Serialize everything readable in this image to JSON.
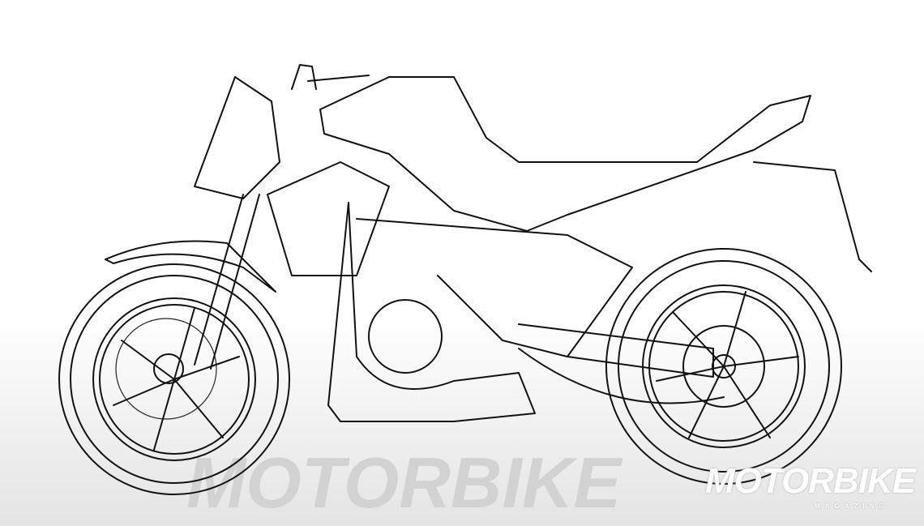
{
  "watermark": {
    "logo_text": "MOTORBIKE",
    "logo_subtext": "MAGAZINE",
    "background_text": "MOTORBIKE"
  }
}
